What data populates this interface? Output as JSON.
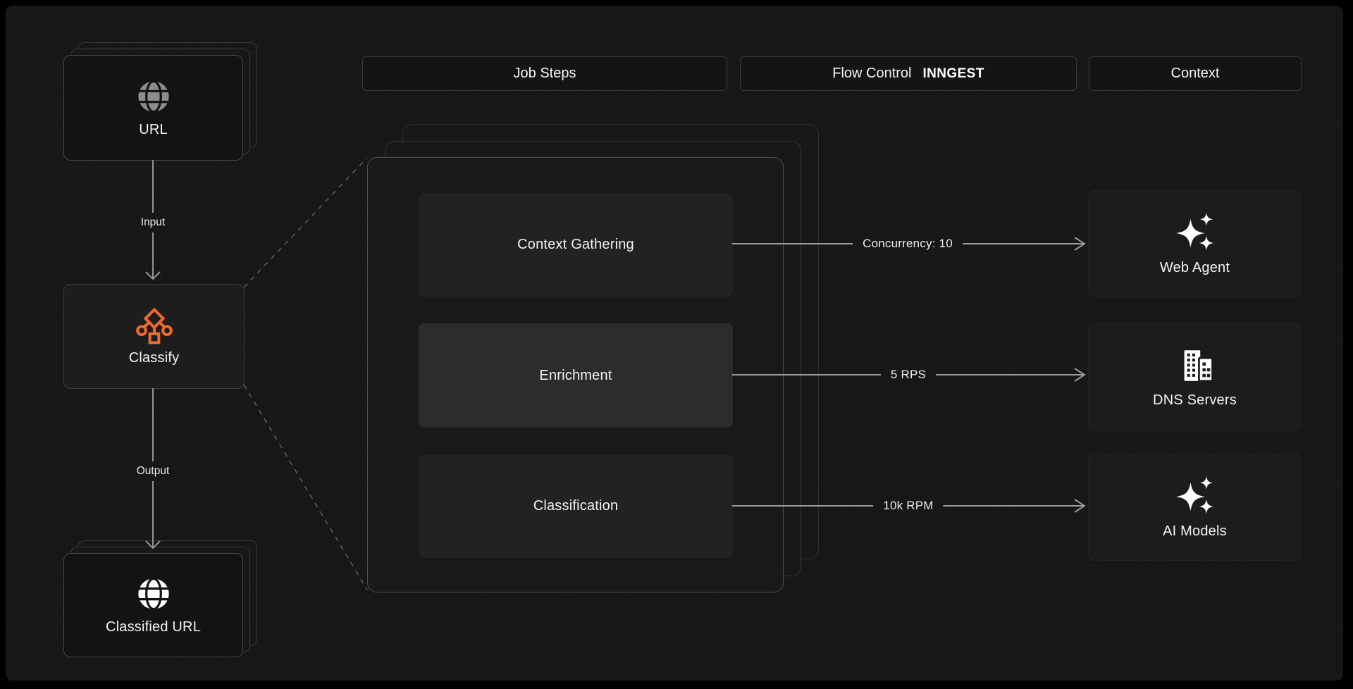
{
  "colors": {
    "accent_orange": "#ed6a2f",
    "canvas_background": "#171717",
    "arrow_gray": "#9b9b9b"
  },
  "column_headers": {
    "job_steps": "Job Steps",
    "flow_control": "Flow Control",
    "flow_control_brand": "INNGEST",
    "context": "Context"
  },
  "pipeline": {
    "input_card_label": "URL",
    "input_arrow_label": "Input",
    "classify_label": "Classify",
    "output_arrow_label": "Output",
    "output_card_label": "Classified URL"
  },
  "steps": [
    {
      "label": "Context Gathering",
      "flow_control": "Concurrency: 10",
      "context_label": "Web Agent",
      "context_icon": "sparkles-icon"
    },
    {
      "label": "Enrichment",
      "flow_control": "5 RPS",
      "context_label": "DNS Servers",
      "context_icon": "building-icon"
    },
    {
      "label": "Classification",
      "flow_control": "10k RPM",
      "context_label": "AI Models",
      "context_icon": "sparkles-icon"
    }
  ]
}
